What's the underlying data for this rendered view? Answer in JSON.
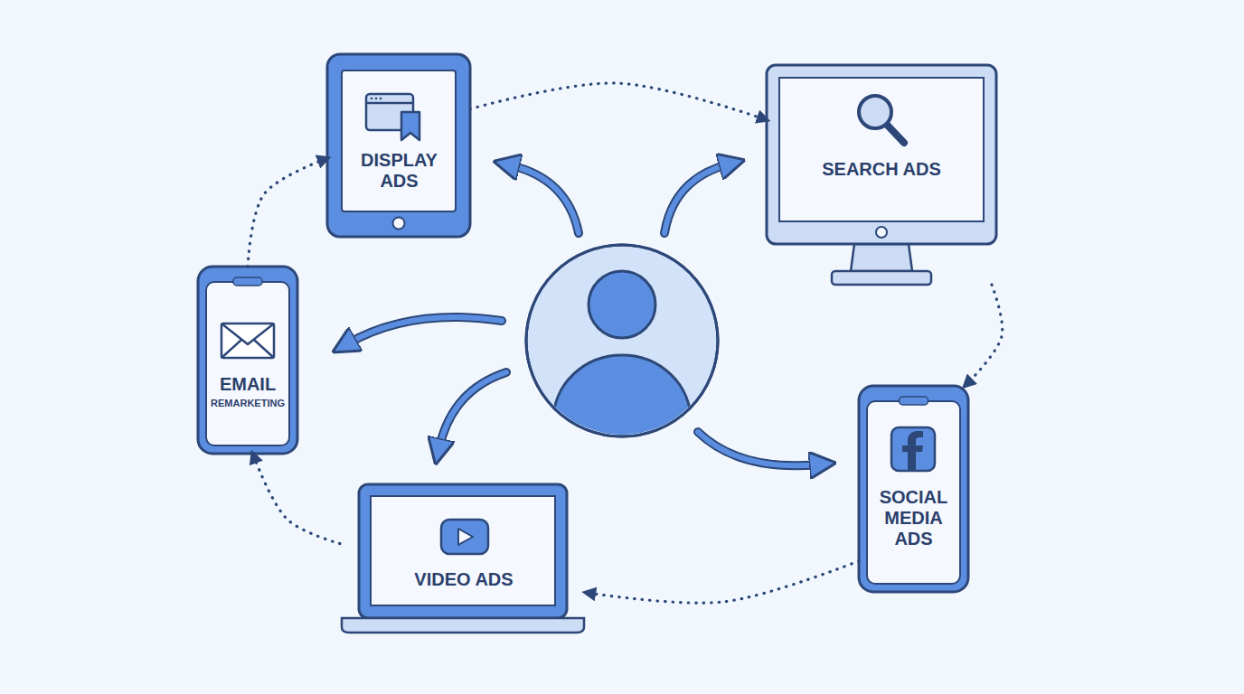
{
  "diagram": {
    "nodes": [
      {
        "text": [
          "DISPLAY ADS"
        ]
      },
      {
        "text": [
          "SEARCH ADS"
        ]
      },
      {
        "text": [
          "EMAIL",
          "REMARKETING"
        ]
      },
      {
        "text": [
          "SOCIAL MEDIA ADS"
        ]
      },
      {
        "text": [
          "VIDEO ADS"
        ]
      }
    ],
    "edges": [
      {
        "from": 0,
        "to": 1,
        "arrow": "to"
      },
      {
        "from": 1,
        "to": 3,
        "arrow": "to"
      },
      {
        "from": 3,
        "to": 4,
        "arrow": "to"
      },
      {
        "from": 4,
        "to": 2,
        "arrow": "to"
      },
      {
        "from": 2,
        "to": 0,
        "arrow": "to"
      }
    ]
  }
}
